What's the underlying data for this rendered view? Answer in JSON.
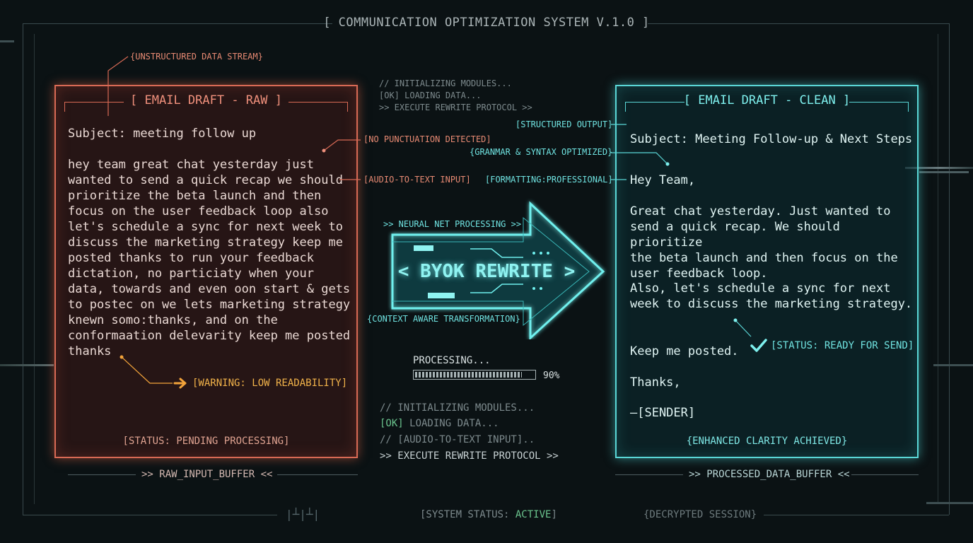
{
  "header": {
    "title": "[ COMMUNICATION OPTIMIZATION SYSTEM V.1.0 ]"
  },
  "raw_panel": {
    "title": "[ EMAIL DRAFT - RAW ]",
    "subject": "Subject: meeting follow up",
    "body": "hey team great chat yesterday just\nwanted to send a quick recap we should\nprioritize the beta launch and then\nfocus on the user feedback loop also\nlet's schedule a sync for next week to\ndiscuss the marketing strategy keep me\nposted thanks to run your feedback\ndictation, no particiaty when your\ndata, towards and even oon start & gets\nto postec on we lets marketing strategy\nknewn somo:thanks, and on the\nconformaation delevarity keep me posted\nthanks",
    "status": "[STATUS: PENDING PROCESSING]",
    "buffer": ">> RAW_INPUT_BUFFER <<"
  },
  "clean_panel": {
    "title": "[ EMAIL DRAFT - CLEAN ]",
    "subject": "Subject: Meeting Follow-up & Next Steps",
    "greeting": "Hey Team,",
    "para1": "Great chat yesterday. Just wanted to\nsend a quick recap. We should prioritize\nthe beta launch and then focus on the\nuser feedback loop.",
    "para2": "Also, let's schedule a sync for next\nweek to discuss the marketing strategy.",
    "para3": "Keep me posted.",
    "signoff": "Thanks,",
    "sender": "—[SENDER]",
    "ready": "[STATUS: READY FOR SEND]",
    "status": "{ENHANCED CLARITY ACHIEVED}",
    "buffer": ">> PROCESSED_DATA_BUFFER <<"
  },
  "annotations": {
    "unstructured": "{UNSTRUCTURED DATA STREAM}",
    "no_punct": "[NO PUNCTUATION DETECTED]",
    "audio_input": "[AUDIO-TO-TEXT INPUT]",
    "warning": "[WARNING: LOW READABILITY]",
    "structured": "[STRUCTURED OUTPUT]",
    "grammar": "{GRANMAR & SYNTAX OPTIMIZED}",
    "formatting": "[FORMATTING:PROFESSIONAL]",
    "neural": ">> NEURAL NET PROCESSING >>",
    "context": "{CONTEXT AWARE TRANSFORMATION}"
  },
  "arrow": {
    "label": "< BYOK REWRITE >"
  },
  "top_log": [
    "// INITIALIZING MODULES...",
    "[OK] LOADING DATA...",
    ">> EXECUTE REWRITE PROTOCOL >>"
  ],
  "processing": {
    "label": "PROCESSING...",
    "percent_text": "90%",
    "fraction": 0.9
  },
  "bottom_log": {
    "line1": "// INITIALIZING MODULES...",
    "line2_ok": "[OK]",
    "line2_rest": " LOADING DATA...",
    "line3": "// [AUDIO-TO-TEXT INPUT]..",
    "line4": ">> EXECUTE REWRITE PROTOCOL >>"
  },
  "footer": {
    "glyph": "|┴|┴|",
    "status_prefix": "[SYSTEM STATUS: ",
    "status_value": "ACTIVE",
    "status_suffix": "]",
    "session": "{DECRYPTED SESSION}"
  },
  "colors": {
    "raw_accent": "#d86a55",
    "clean_accent": "#5ad6d6",
    "warning": "#f2a33a",
    "ok": "#6bc48e"
  }
}
